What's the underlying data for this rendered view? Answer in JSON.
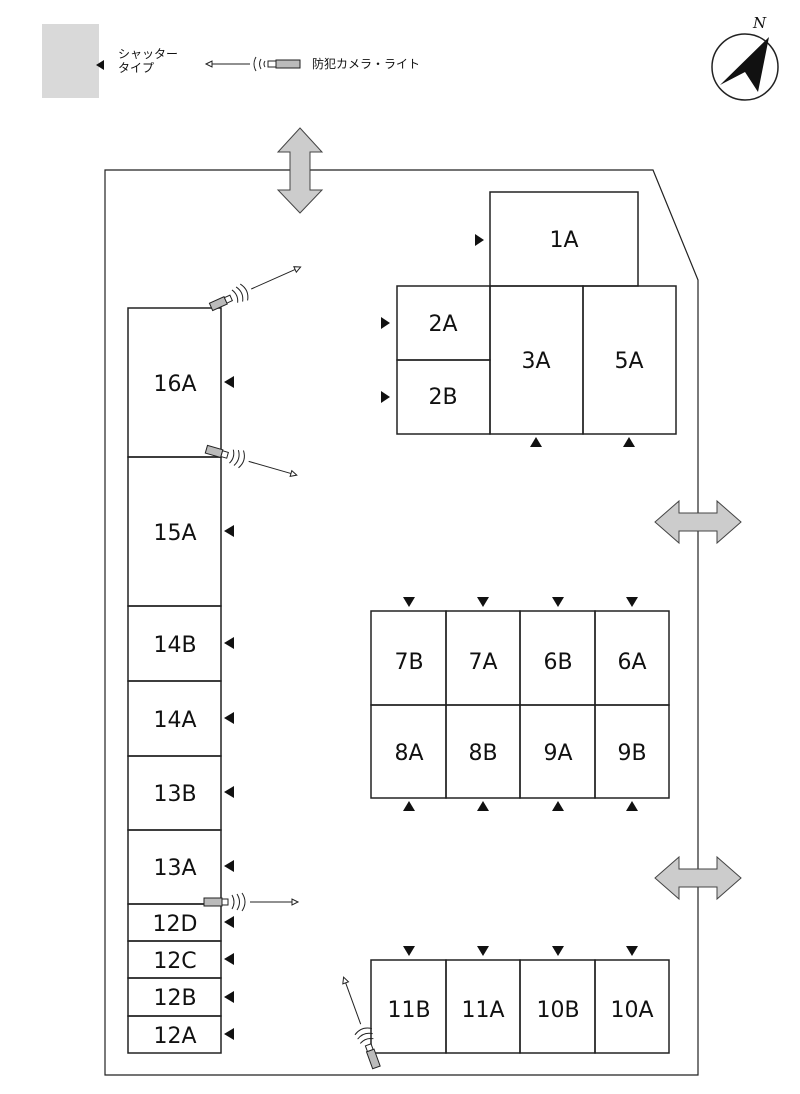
{
  "legend": {
    "shutter_line1": "シャッター",
    "shutter_line2": "タイプ",
    "camera_label": "防犯カメラ・ライト"
  },
  "compass": {
    "north": "N"
  },
  "units": {
    "u1A": "1A",
    "u2A": "2A",
    "u2B": "2B",
    "u3A": "3A",
    "u5A": "5A",
    "u16A": "16A",
    "u15A": "15A",
    "u14B": "14B",
    "u14A": "14A",
    "u13B": "13B",
    "u13A": "13A",
    "u12D": "12D",
    "u12C": "12C",
    "u12B": "12B",
    "u12A": "12A",
    "u7B": "7B",
    "u7A": "7A",
    "u6B": "6B",
    "u6A": "6A",
    "u8A": "8A",
    "u8B": "8B",
    "u9A": "9A",
    "u9B": "9B",
    "u11B": "11B",
    "u11A": "11A",
    "u10B": "10B",
    "u10A": "10A"
  },
  "colors": {
    "line": "#222222",
    "arrow_fill": "#cccccc",
    "legend_box": "#d9d9d9",
    "camera_fill": "#bbbbbb"
  }
}
